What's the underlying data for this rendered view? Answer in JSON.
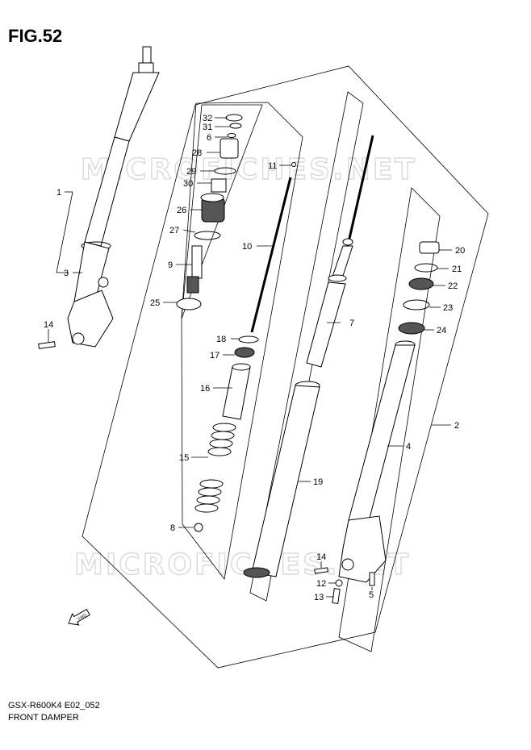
{
  "figure": {
    "title": "FIG.52",
    "model_code": "GSX-R600K4 E02_052",
    "caption": "FRONT DAMPER"
  },
  "watermark": "MICROFICHES.NET",
  "fwd_arrow": {
    "text": "FWD",
    "icon": "forward-arrow-icon"
  },
  "parts": [
    {
      "id": "32",
      "label": "32"
    },
    {
      "id": "31",
      "label": "31"
    },
    {
      "id": "6",
      "label": "6"
    },
    {
      "id": "28",
      "label": "28"
    },
    {
      "id": "29",
      "label": "29"
    },
    {
      "id": "30",
      "label": "30"
    },
    {
      "id": "11",
      "label": "11"
    },
    {
      "id": "26",
      "label": "26"
    },
    {
      "id": "27",
      "label": "27"
    },
    {
      "id": "10",
      "label": "10"
    },
    {
      "id": "9",
      "label": "9"
    },
    {
      "id": "25",
      "label": "25"
    },
    {
      "id": "18",
      "label": "18"
    },
    {
      "id": "17",
      "label": "17"
    },
    {
      "id": "16",
      "label": "16"
    },
    {
      "id": "15",
      "label": "15"
    },
    {
      "id": "8",
      "label": "8"
    },
    {
      "id": "7",
      "label": "7"
    },
    {
      "id": "19",
      "label": "19"
    },
    {
      "id": "20",
      "label": "20"
    },
    {
      "id": "21",
      "label": "21"
    },
    {
      "id": "22",
      "label": "22"
    },
    {
      "id": "23",
      "label": "23"
    },
    {
      "id": "24",
      "label": "24"
    },
    {
      "id": "2",
      "label": "2"
    },
    {
      "id": "4",
      "label": "4"
    },
    {
      "id": "1",
      "label": "1"
    },
    {
      "id": "3",
      "label": "3"
    },
    {
      "id": "14a",
      "label": "14"
    },
    {
      "id": "14b",
      "label": "14"
    },
    {
      "id": "12",
      "label": "12"
    },
    {
      "id": "13",
      "label": "13"
    },
    {
      "id": "5",
      "label": "5"
    }
  ]
}
